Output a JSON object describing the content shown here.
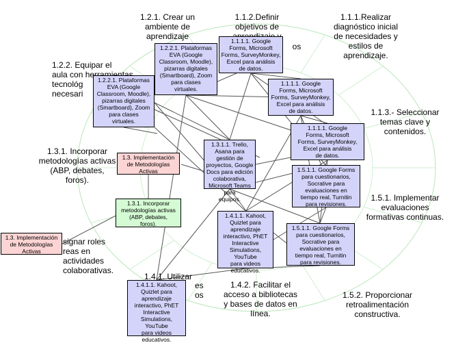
{
  "colors": {
    "blue_box": "#d4d4fb",
    "pink_box": "#fcd4d4",
    "green_box": "#d4fbd4",
    "guide_lines": "#b8e6b8",
    "connectors": "#555555"
  },
  "labels": {
    "l121": "1.2.1. Crear un\nambiente de\naprendizaje\norg",
    "l112": "1.1.2.Definir\nobjetivos de\naprendizaje y",
    "l112_tail": "os",
    "l111": "1.1.1.Realizar\ndiagnóstico inicial\nde necesidades y\nestilos de\naprendizaje.",
    "l122": "1.2.2. Equipar el\naula con herramientas\ntecnológ\nnecesari",
    "l113": "1.1.3.- Seleccionar\ntemas clave y\ncontenidos.",
    "l131": "1.3.1. Incorporar\nmetodologías activas\n(ABP, debates,\nforos).",
    "l151": "1.5.1. Implementar\nevaluaciones\nformativas continuas.",
    "l132": "signar roles\nreas en\nactividades\ncolaborativas.",
    "l141": "1.4.1. Utilizar",
    "l141_tail": "es\nos",
    "l142": "1.4.2. Facilitar el\nacceso a bibliotecas\ny bases de datos en\nlínea.",
    "l152": "1.5.2. Proporcionar\nretroalimentación\nconstructiva."
  },
  "boxes": {
    "b1111a": "1.1.1.1. Google\nForms, Microsoft\nForms, SurveyMonkey,\nExcel para análisis\nde datos.",
    "b1111b": "1.1.1.1. Google\nForms, Microsoft\nForms, SurveyMonkey,\nExcel para análisis\nde datos.",
    "b1111c": "1.1.1.1. Google\nForms, Microsoft\nForms, SurveyMonkey,\nExcel para análisis\nde datos.",
    "b1221a": "1.2.2.1. Plataformas\nEVA (Google\nClassroom, Moodle),\npizarras digitales\n(Smartboard), Zoom\npara clases\nvirtuales.",
    "b1221b": "1.2.2.1. Plataformas\nEVA (Google\nClassroom, Moodle),\npizarras digitales\n(Smartboard), Zoom\npara clases\nvirtuales.",
    "b1311": "1.3.1.1. Trello,\nAsana para gestión de\nproyectos, Google\nDocs para edición\ncolaborativa,\nMicrosoft Teams para\nequipos.",
    "b1511a": "1.5.1.1. Google Forms\npara cuestionarios,\nSocrative para\nevaluaciones en\ntiempo real, Turnitin\npara revisiones.",
    "b1511b": "1.5.1.1. Google Forms\npara cuestionarios,\nSocrative para\nevaluaciones en\ntiempo real, Turnitin\npara revisiones.",
    "b1411a": "1.4.1.1. Kahoot,\nQuizlet para\naprendizaje\ninteractivo, PhET\nInteractive\nSimulations, YouTube\npara videos\neducativos.",
    "b1411b": "1.4.1.1. Kahoot,\nQuizlet para\naprendizaje\ninteractivo, PhET\nInteractive\nSimulations, YouTube\npara videos\neducativos.",
    "b13a": "1.3. Implementación\nde Metodologías\nActivas",
    "b13b": "1.3. Implementación\nde Metodologías\nActivas",
    "b131g": "1.3.1. Incorporar\nmetodologías activas\n(ABP, debates,\nforos)."
  }
}
